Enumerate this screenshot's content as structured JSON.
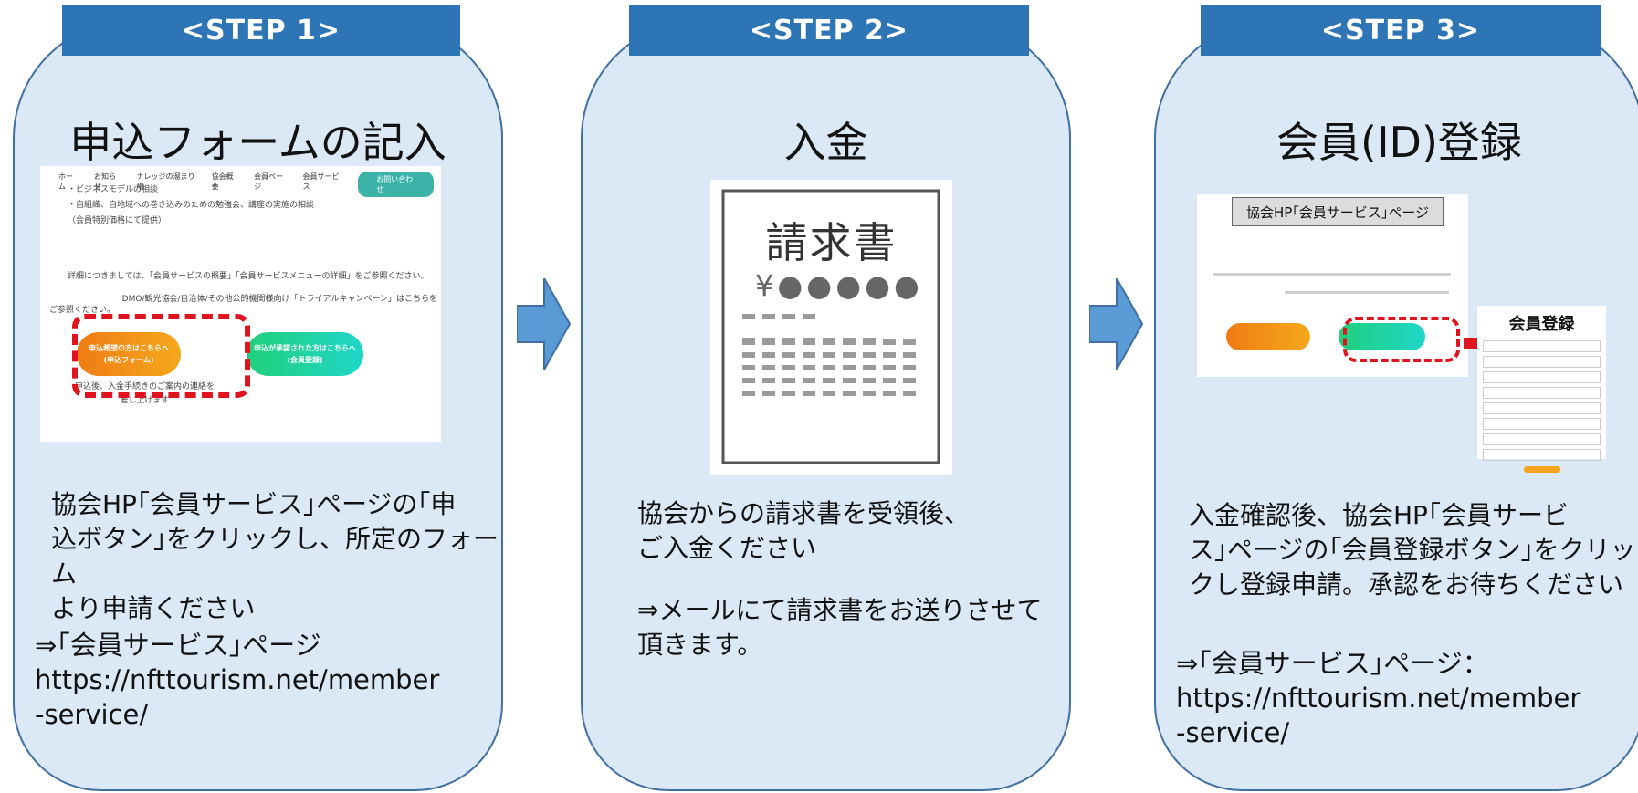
{
  "steps": [
    {
      "label": "<STEP 1>",
      "title": "申込フォームの記入",
      "description": "協会HP｢会員サービス｣ページの｢申\n込ボタン｣をクリックし、所定のフォーム\nより申請ください",
      "link_text": "⇒｢会員サービス｣ページ\nhttps://nfttourism.net/member\n-service/"
    },
    {
      "label": "<STEP 2>",
      "title": "入金",
      "description": "協会からの請求書を受領後、\nご入金ください",
      "note": "⇒メールにて請求書をお送りさせて\n頂きます。"
    },
    {
      "label": "<STEP 3>",
      "title": "会員(ID)登録",
      "description": "入金確認後、協会HP｢会員サービ\nス｣ページの｢会員登録ボタン｣をクリッ\nクし登録申請。承認をお待ちください",
      "link_text": "⇒｢会員サービス｣ページ：\nhttps://nfttourism.net/member\n-service/"
    }
  ],
  "screenshot1": {
    "nav": [
      "ホーム",
      "お知らせ",
      "ナレッジの溜まり場",
      "協会概要",
      "会員ページ",
      "会員サービス",
      "お問い合わせ"
    ],
    "lines": [
      "・ビジネスモデルの相談",
      "・自組織、自地域への巻き込みのための勉強会、講座の実施の相談",
      "（会員特別価格にて提供）"
    ],
    "detail": "詳細につきましては、「会員サービスの概要」「会員サービスメニューの詳細」をご参照ください。",
    "trial": "DMO/観光協会/自治体/その他公的機関様向け「トライアルキャンペーン」はこちらを",
    "trial2": "ご参照ください。",
    "apply_button": "申込希望の方はこちらへ\n(申込フォーム)",
    "approved_button": "申込が承認された方はこちらへ\n(会員登録)",
    "footnote": "申込後、入金手続きのご案内の連絡を\n差し上げます"
  },
  "invoice": {
    "title": "請求書",
    "yen": "¥●●●●●"
  },
  "screenshot3": {
    "tag": "協会HP｢会員サービス｣ページ",
    "register_title": "会員登録"
  },
  "colors": {
    "step_bar": "#2e75b6",
    "card_fill": "#dbe8f5",
    "arrow": "#5b9bd5",
    "highlight": "#e0141e"
  }
}
